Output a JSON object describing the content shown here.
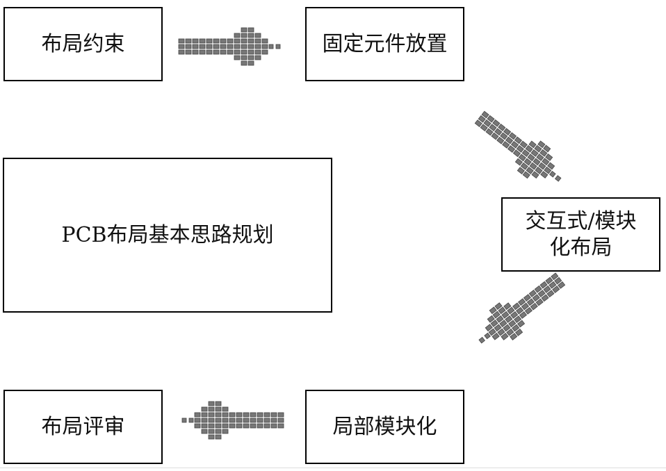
{
  "diagram": {
    "boxes": {
      "layout_constraints": "布局约束",
      "fixed_component_placement": "固定元件放置",
      "basic_planning": "PCB布局基本思路规划",
      "interactive_modular_layout": "交互式/模块化布局",
      "local_modularization": "局部模块化",
      "layout_review": "布局评审"
    },
    "arrows": [
      {
        "from": "layout_constraints",
        "to": "fixed_component_placement",
        "direction": "right"
      },
      {
        "from": "fixed_component_placement",
        "to": "interactive_modular_layout",
        "direction": "down-right"
      },
      {
        "from": "interactive_modular_layout",
        "to": "local_modularization",
        "direction": "down-left"
      },
      {
        "from": "local_modularization",
        "to": "layout_review",
        "direction": "left"
      }
    ],
    "colors": {
      "arrow_fill": "#777777",
      "arrow_stroke": "#444444",
      "box_border": "#000000"
    }
  }
}
